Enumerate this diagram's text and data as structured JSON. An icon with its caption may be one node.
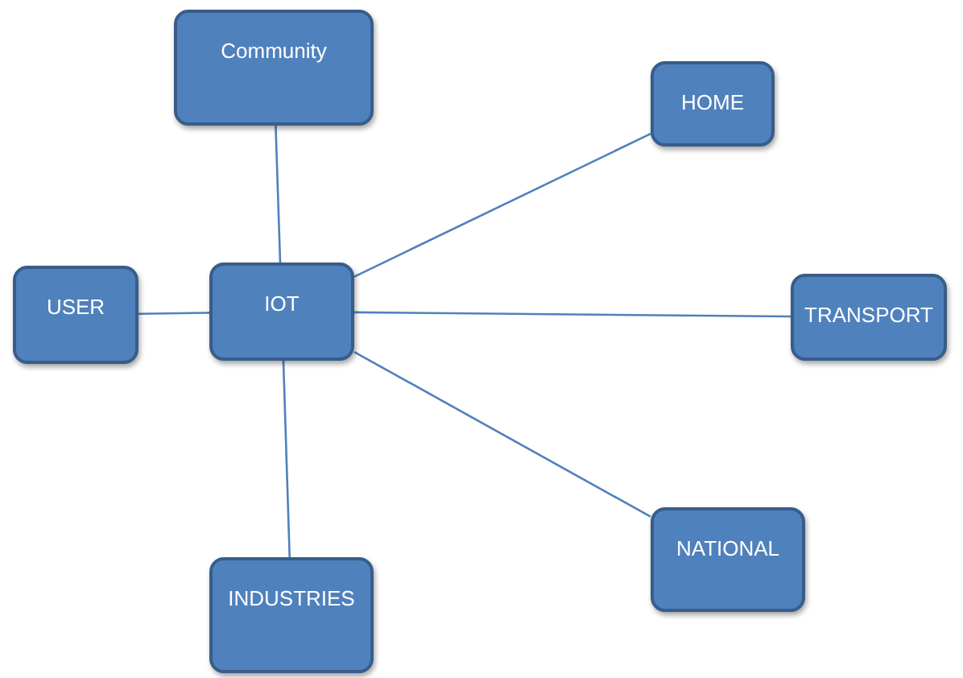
{
  "diagram": {
    "nodes": [
      {
        "text": [
          "Community"
        ]
      },
      {
        "text": [
          "HOME"
        ]
      },
      {
        "text": [
          "USER"
        ]
      },
      {
        "text": [
          "IOT"
        ]
      },
      {
        "text": [
          "TRANSPORT"
        ]
      },
      {
        "text": [
          "NATIONAL"
        ]
      },
      {
        "text": [
          "INDUSTRIES"
        ]
      }
    ],
    "edges": [
      {
        "from": 3,
        "to": 0,
        "arrow": "none"
      },
      {
        "from": 3,
        "to": 1,
        "arrow": "none"
      },
      {
        "from": 3,
        "to": 2,
        "arrow": "none"
      },
      {
        "from": 3,
        "to": 4,
        "arrow": "none"
      },
      {
        "from": 3,
        "to": 5,
        "arrow": "none"
      },
      {
        "from": 3,
        "to": 6,
        "arrow": "none"
      }
    ]
  }
}
